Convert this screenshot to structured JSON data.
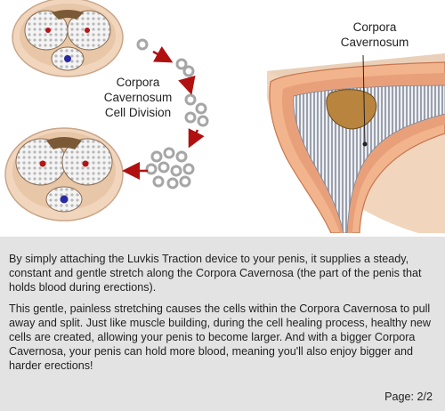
{
  "labels": {
    "cell_division": [
      "Corpora",
      "Cavernosum",
      "Cell Division"
    ],
    "corpora_cavernosum": [
      "Corpora",
      "Cavernosum"
    ]
  },
  "text": {
    "paragraph_1": "By simply attaching the Luvkis Traction device to your penis, it supplies a steady, constant and gentle stretch along the Corpora Cavernosa (the part of the penis that holds blood during erections).",
    "paragraph_2": "This gentle, painless stretching causes the cells within the Corpora Cavernosa to pull away and split. Just like muscle building, during the cell healing process, healthy new cells are created, allowing your penis to become larger. And with a bigger Corpora Cavernosa, your penis can hold more blood, meaning you'll also enjoy bigger and harder erections!",
    "page": "Page: 2/2"
  },
  "colors": {
    "arrow": "#b01010",
    "skin": "#f1d5bd",
    "tissue": "#f2b48c",
    "textbox": "#e3e3e3"
  }
}
